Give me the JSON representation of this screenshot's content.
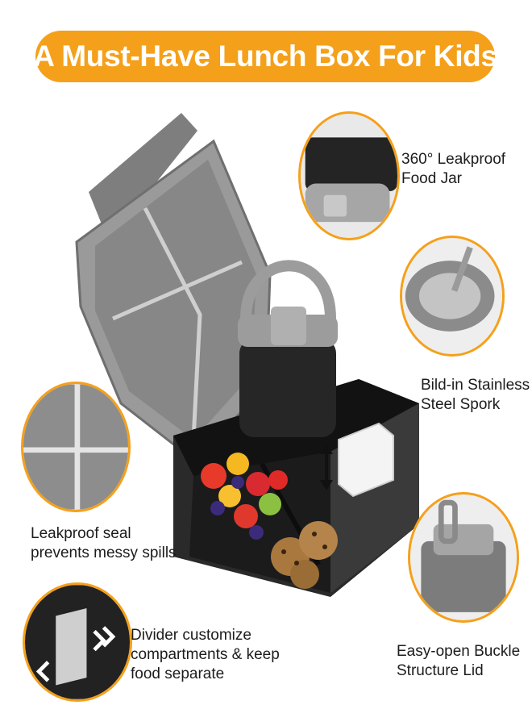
{
  "banner": {
    "title": "A Must-Have Lunch Box For Kids"
  },
  "features": [
    {
      "id": "food-jar",
      "lines": [
        "360° Leakproof",
        "Food Jar"
      ],
      "icon": "food-jar-lid-closeup"
    },
    {
      "id": "spork",
      "lines": [
        "Bild-in Stainless",
        "Steel Spork"
      ],
      "icon": "spork-lid-closeup"
    },
    {
      "id": "seal",
      "lines": [
        "Leakproof seal",
        "prevents messy spills"
      ],
      "icon": "lid-seal-closeup"
    },
    {
      "id": "buckle",
      "lines": [
        "Easy-open Buckle",
        "Structure Lid"
      ],
      "icon": "buckle-lid-closeup"
    },
    {
      "id": "divider",
      "lines": [
        "Divider customize",
        "compartments & keep",
        "food separate"
      ],
      "icon": "divider-closeup"
    }
  ],
  "colors": {
    "accent": "#f5a01a",
    "lid_gray": "#8e8e8e",
    "box_black": "#1e1e1e"
  }
}
